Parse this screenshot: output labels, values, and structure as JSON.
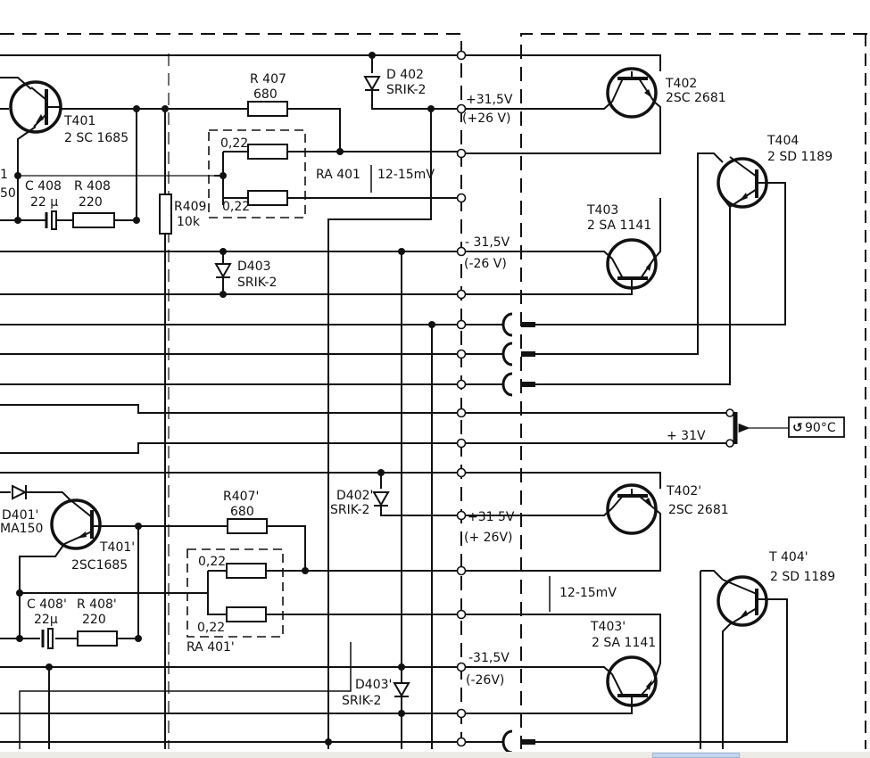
{
  "diagram": {
    "title": "Power amplifier output stage schematic (channel and primed channel)",
    "components": {
      "T401": {
        "ref": "T401",
        "part": "2 SC 1685"
      },
      "T402": {
        "ref": "T402",
        "part": "2SC 2681"
      },
      "T403": {
        "ref": "T403",
        "part": "2 SA 1141"
      },
      "T404": {
        "ref": "T404",
        "part": "2 SD 1189"
      },
      "R407": {
        "ref": "R 407",
        "value": "680"
      },
      "R408": {
        "ref": "R 408",
        "value": "220"
      },
      "R409": {
        "ref": "R409",
        "value": "10k"
      },
      "C408": {
        "ref": "C 408",
        "value": "22 µ"
      },
      "D402": {
        "ref": "D 402",
        "part": "SRIK-2"
      },
      "D403": {
        "ref": "D403",
        "part": "SRIK-2"
      },
      "RA401": {
        "ref": "RA 401",
        "r1": "0,22",
        "r2": "0,22",
        "measure": "12-15mV"
      },
      "T401p": {
        "ref": "T401'",
        "part": "2SC1685"
      },
      "T402p": {
        "ref": "T402'",
        "part": "2SC 2681"
      },
      "T403p": {
        "ref": "T403'",
        "part": "2 SA 1141"
      },
      "T404p": {
        "ref": "T 404'",
        "part": "2 SD 1189"
      },
      "R407p": {
        "ref": "R407'",
        "value": "680"
      },
      "R408p": {
        "ref": "R 408'",
        "value": "220"
      },
      "C408p": {
        "ref": "C 408'",
        "value": "22µ"
      },
      "D401p": {
        "ref": "D401'",
        "part": "MA150"
      },
      "D402p": {
        "ref": "D402'",
        "part": "SRIK-2"
      },
      "D403p": {
        "ref": "D403'",
        "part": "SRIK-2"
      },
      "RA401p": {
        "ref": "RA 401'",
        "r1": "0,22",
        "r2": "0,22",
        "measure": "12-15mV"
      }
    },
    "partial_labels": {
      "left_top_1": "1",
      "left_top_2": "50"
    },
    "voltages": {
      "pos_top": "+31,5V",
      "pos_top_alt": "(+26 V)",
      "neg_top": "- 31,5V",
      "neg_top_alt": "(-26 V)",
      "thermo_supply": "+ 31V",
      "pos_bot": "+31 5V",
      "pos_bot_alt": "(+ 26V)",
      "neg_bot": "-31,5V",
      "neg_bot_alt": "(-26V)"
    },
    "thermal_switch": {
      "label": "90°C",
      "icon": "thermal-switch-icon"
    }
  }
}
